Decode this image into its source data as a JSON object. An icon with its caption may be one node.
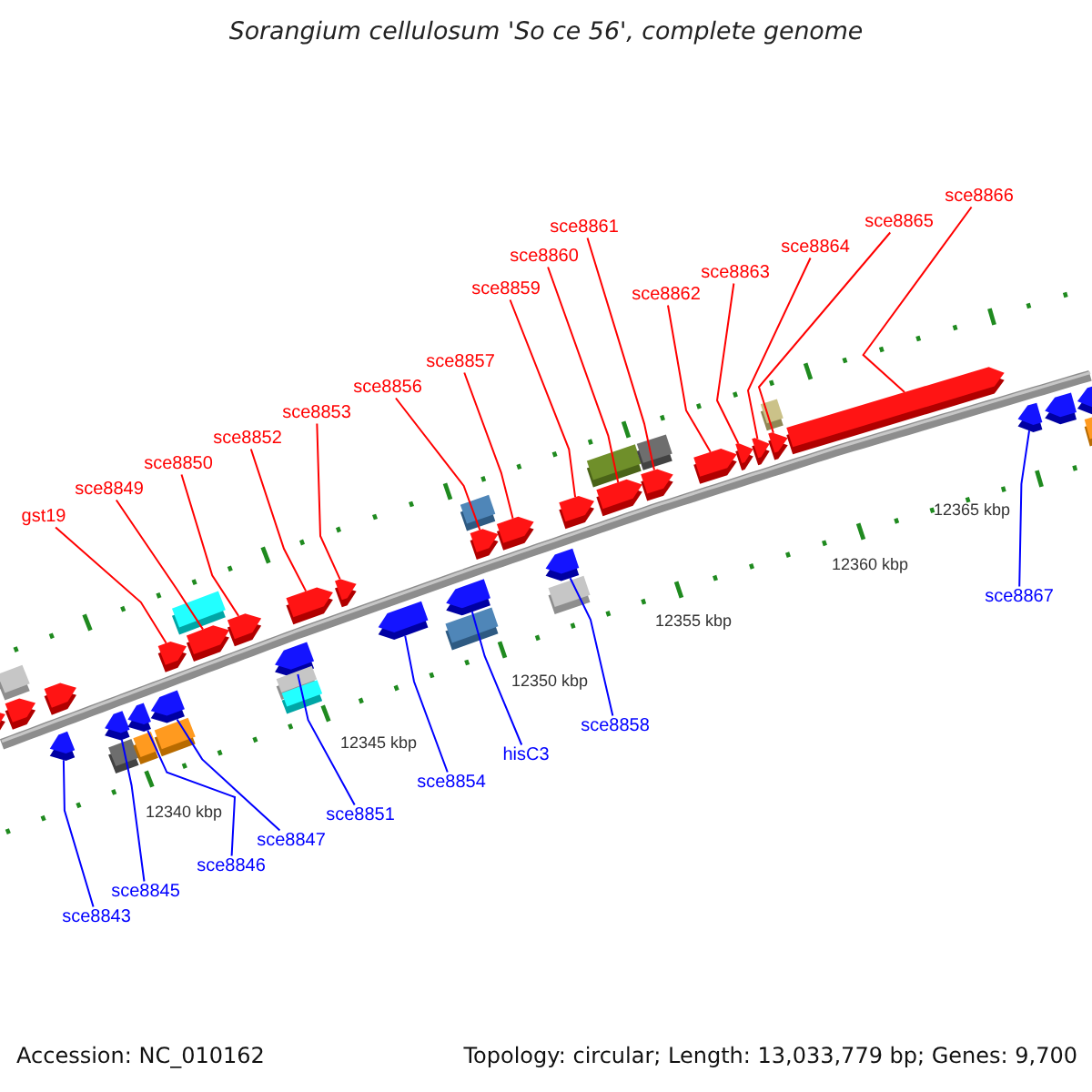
{
  "diagram": {
    "title": "Sorangium cellulosum 'So ce 56', complete genome",
    "nodes": [
      {
        "text": [
          "sce8843"
        ]
      },
      {
        "text": [
          "sce8845"
        ]
      },
      {
        "text": [
          "sce8846"
        ]
      },
      {
        "text": [
          "sce8847"
        ]
      },
      {
        "text": [
          "gst19"
        ]
      },
      {
        "text": [
          "sce8849"
        ]
      },
      {
        "text": [
          "sce8850"
        ]
      },
      {
        "text": [
          "sce8851"
        ]
      },
      {
        "text": [
          "sce8852"
        ]
      },
      {
        "text": [
          "sce8853"
        ]
      },
      {
        "text": [
          "sce8854"
        ]
      },
      {
        "text": [
          "hisC3"
        ]
      },
      {
        "text": [
          "sce8856"
        ]
      },
      {
        "text": [
          "sce8857"
        ]
      },
      {
        "text": [
          "sce8858"
        ]
      },
      {
        "text": [
          "sce8859"
        ]
      },
      {
        "text": [
          "sce8860"
        ]
      },
      {
        "text": [
          "sce8861"
        ]
      },
      {
        "text": [
          "sce8862"
        ]
      },
      {
        "text": [
          "sce8863"
        ]
      },
      {
        "text": [
          "sce8864"
        ]
      },
      {
        "text": [
          "sce8865"
        ]
      },
      {
        "text": [
          "sce8866"
        ]
      },
      {
        "text": [
          "sce8867"
        ]
      },
      {
        "text": [],
        "shape": "arrow"
      },
      {
        "text": [],
        "shape": "box"
      },
      {
        "text": [],
        "shape": "arrow"
      },
      {
        "text": [],
        "shape": "arrow"
      },
      {
        "text": [],
        "shape": "arrow"
      },
      {
        "text": [],
        "shape": "arrow"
      },
      {
        "text": [],
        "shape": "box"
      },
      {
        "text": [],
        "shape": "arrow"
      },
      {
        "text": [],
        "shape": "box"
      },
      {
        "text": [],
        "shape": "arrow"
      },
      {
        "text": [],
        "shape": "arrow"
      },
      {
        "text": [],
        "shape": "box"
      },
      {
        "text": [],
        "shape": "box"
      },
      {
        "text": [],
        "shape": "arrow"
      },
      {
        "text": [],
        "shape": "arrow"
      },
      {
        "text": [],
        "shape": "arrow"
      },
      {
        "text": [],
        "shape": "box"
      },
      {
        "text": [],
        "shape": "box"
      },
      {
        "text": [],
        "shape": "arrow"
      },
      {
        "text": [],
        "shape": "arrow"
      },
      {
        "text": [],
        "shape": "arrow"
      },
      {
        "text": [],
        "shape": "arrow"
      },
      {
        "text": [],
        "shape": "box"
      },
      {
        "text": [],
        "shape": "box"
      },
      {
        "text": [],
        "shape": "arrow"
      },
      {
        "text": [],
        "shape": "arrow"
      },
      {
        "text": [],
        "shape": "arrow"
      },
      {
        "text": [],
        "shape": "box"
      },
      {
        "text": [],
        "shape": "arrow"
      },
      {
        "text": [],
        "shape": "box"
      },
      {
        "text": [],
        "shape": "arrow"
      },
      {
        "text": [],
        "shape": "box"
      },
      {
        "text": [],
        "shape": "arrow"
      },
      {
        "text": [],
        "shape": "arrow"
      },
      {
        "text": [],
        "shape": "arrow"
      },
      {
        "text": [],
        "shape": "arrow"
      },
      {
        "text": [],
        "shape": "box"
      },
      {
        "text": [],
        "shape": "arrow"
      },
      {
        "text": [],
        "shape": "arrow"
      },
      {
        "text": [],
        "shape": "arrow"
      },
      {
        "text": [],
        "shape": "arrow"
      },
      {
        "text": [],
        "shape": "arrow"
      },
      {
        "text": [],
        "shape": "box"
      }
    ],
    "edges": [
      {
        "from": 0,
        "to": 27,
        "arrow": "none",
        "color": "#0000ff"
      },
      {
        "from": 1,
        "to": 29,
        "arrow": "none",
        "color": "#0000ff"
      },
      {
        "from": 2,
        "to": 31,
        "arrow": "none",
        "color": "#0000ff"
      },
      {
        "from": 3,
        "to": 33,
        "arrow": "none",
        "color": "#0000ff"
      },
      {
        "from": 4,
        "to": 34,
        "arrow": "none"
      },
      {
        "from": 5,
        "to": 37,
        "arrow": "none"
      },
      {
        "from": 6,
        "to": 38,
        "arrow": "none"
      },
      {
        "from": 7,
        "to": 39,
        "arrow": "none",
        "color": "#0000ff"
      },
      {
        "from": 8,
        "to": 42,
        "arrow": "none"
      },
      {
        "from": 9,
        "to": 43,
        "arrow": "none"
      },
      {
        "from": 10,
        "to": 44,
        "arrow": "none",
        "color": "#0000ff"
      },
      {
        "from": 11,
        "to": 45,
        "arrow": "none",
        "color": "#0000ff"
      },
      {
        "from": 12,
        "to": 48,
        "arrow": "none"
      },
      {
        "from": 13,
        "to": 49,
        "arrow": "none"
      },
      {
        "from": 14,
        "to": 50,
        "arrow": "none",
        "color": "#0000ff"
      },
      {
        "from": 15,
        "to": 52,
        "arrow": "none"
      },
      {
        "from": 16,
        "to": 54,
        "arrow": "none"
      },
      {
        "from": 17,
        "to": 56,
        "arrow": "none"
      },
      {
        "from": 18,
        "to": 57,
        "arrow": "none"
      },
      {
        "from": 19,
        "to": 58,
        "arrow": "none"
      },
      {
        "from": 20,
        "to": 59,
        "arrow": "none"
      },
      {
        "from": 21,
        "to": 61,
        "arrow": "none"
      },
      {
        "from": 22,
        "to": 62,
        "arrow": "none"
      },
      {
        "from": 23,
        "to": 63,
        "arrow": "none",
        "color": "#0000ff"
      }
    ],
    "labels": [
      "12340 kbp",
      "12345 kbp",
      "12350 kbp",
      "12355 kbp",
      "12360 kbp",
      "12365 kbp",
      "Accession: NC_010162",
      "Topology: circular; Length: 13,033,779 bp; Genes: 9,700"
    ]
  }
}
